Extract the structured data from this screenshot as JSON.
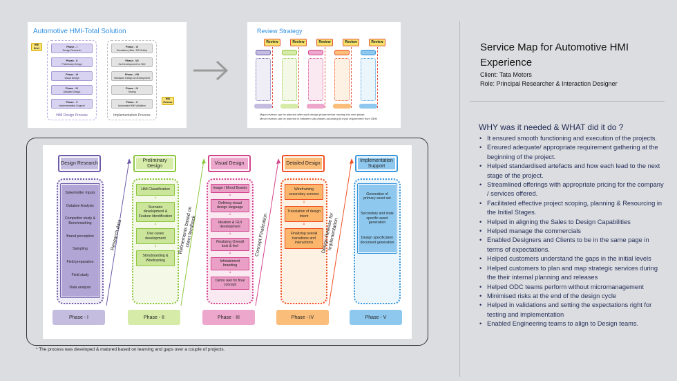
{
  "thumb_total": {
    "title": "Automotive HMI-Total Solution",
    "brief": "HMI Brief",
    "release": "HMI Release",
    "design_group": "HMI Design Process",
    "impl_group": "Implementation Process",
    "design_phases": [
      {
        "p": "Phase - I",
        "n": "Design Research"
      },
      {
        "p": "Phase - II",
        "n": "Preliminary Design"
      },
      {
        "p": "Phase - III",
        "n": "Visual Design"
      },
      {
        "p": "Phase - IV",
        "n": "Detailed Design"
      },
      {
        "p": "Phase - V",
        "n": "Implementation Support"
      }
    ],
    "impl_phases": [
      {
        "p": "Phase - VI",
        "n": "Simulation (Altia / DB Guide)"
      },
      {
        "p": "Phase - VII",
        "n": "Sw Development for HMI"
      },
      {
        "p": "Phase - VIII",
        "n": "Hardware Design & Development"
      },
      {
        "p": "Phase - IX",
        "n": "Testing"
      },
      {
        "p": "Phase - X",
        "n": "Automated HMI Validation"
      }
    ]
  },
  "thumb_review": {
    "title": "Review Strategy",
    "review": "Review",
    "notes": [
      "Major reviews can be planned after each design phase before moving into next phase",
      "Minor reviews can be planned in between sub-phases according to input requirement from OEM"
    ]
  },
  "diagram": {
    "columns": [
      {
        "header": "Design Research",
        "phase": "Phase - I",
        "border": "#6e5aa8",
        "fill": "#c5bde0",
        "bg": "#efedf6",
        "itemFill": "#b1a5d6",
        "items": [
          "Stakeholder Inputs",
          "Databse Analysis",
          "Competitor study & Benchmarking",
          "Brand perception",
          "Sampling",
          "Field preparation",
          "Field study",
          "Data analysis"
        ]
      },
      {
        "header": "Preliminary Design",
        "phase": "Phase - II",
        "border": "#8cc63f",
        "fill": "#d6eba8",
        "bg": "#f3f9e6",
        "itemFill": "#cbe59a",
        "items": [
          "HMI Classification",
          "Scenario development & Feature Identification",
          "Use cases development",
          "Storyboarding & Wireframing"
        ]
      },
      {
        "header": "Visual Design",
        "phase": "Phase - III",
        "border": "#d2448e",
        "fill": "#eea7cc",
        "bg": "#fbe9f2",
        "itemFill": "#eaa0c6",
        "items": [
          "Image / Mood Boards",
          "Defining visual design language",
          "Ideation & GUI development",
          "Finalizing Overall look & feel",
          "Infotainment branding",
          "Demo reel for final concept"
        ]
      },
      {
        "header": "Detailed Design",
        "phase": "Phase - IV",
        "border": "#f04e23",
        "fill": "#fbbd7a",
        "bg": "#fdf1e3",
        "itemFill": "#fbb66c",
        "items": [
          "Wireframing secondary screens",
          "Translation of design intent",
          "Finalizing overall transitions and interactions"
        ]
      },
      {
        "header": "Implementation Support",
        "phase": "Phase - V",
        "border": "#3a97dc",
        "fill": "#8ec8ee",
        "bg": "#eaf5fc",
        "itemFill": "#8ec8ee",
        "items": [
          "Generation of primary asset set",
          "Secondary and state specific asset generation",
          "Design specification document generation"
        ]
      }
    ],
    "transitions": [
      "Research data",
      "Refinements based on client  feedback",
      "Concept Finalization",
      "Design Release for Implementation"
    ]
  },
  "footnote": "* The process was developed & matured based on learning and gaps over a couple of projects.",
  "info": {
    "title": "Service Map for Automotive HMI Experience",
    "client": "Client: Tata Motors",
    "role": "Role: Principal Researcher & Interaction Designer",
    "why_heading": "WHY was it needed & WHAT did it do ?",
    "bullets": [
      "It ensured smooth functioning and execution of the projects.",
      "Ensured adequate/ appropriate requirement gathering at the beginning of the project.",
      "Helped standardised artefacts and how each lead to the next stage of the project.",
      "Streamlined offerings with appropriate pricing for the company / services offered.",
      "Facilitated effective project scoping, planning & Resourcing in the Initial Stages.",
      "Helped in aligning the Sales to Design Capabilities",
      "Helped manage the commercials",
      "Enabled Designers and Clients to be in the same page in terms of expectations.",
      "Helped customers understand the gaps in the initial levels",
      "Helped customers to plan and map strategic services during the their internal planning and releases",
      "Helped ODC teams perform without micromanagement",
      "Minimised risks at the end of the design cycle",
      "Helped in validations and setting the expectations right for testing and implementation",
      "Enabled Engineering teams to align to Design teams."
    ]
  }
}
